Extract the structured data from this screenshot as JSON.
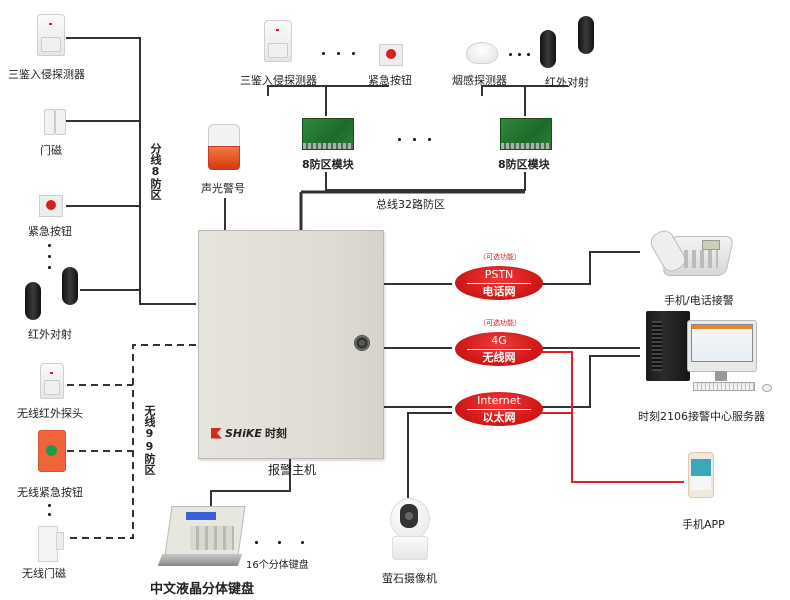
{
  "title": "Alarm system topology",
  "wired_zone_devices": [
    {
      "label": "三鉴入侵探测器",
      "icon": "pir-detector-icon"
    },
    {
      "label": "门磁",
      "icon": "door-contact-icon"
    },
    {
      "label": "紧急按钮",
      "icon": "emergency-button-icon"
    },
    {
      "label": "红外对射",
      "icon": "ir-beam-icon"
    }
  ],
  "wired_zone_label": "分线8防区",
  "wireless_zone_devices": [
    {
      "label": "无线红外探头",
      "icon": "wireless-pir-icon"
    },
    {
      "label": "无线紧急按钮",
      "icon": "wireless-emergency-button-icon"
    },
    {
      "label": "无线门磁",
      "icon": "wireless-door-contact-icon"
    }
  ],
  "wireless_zone_label": "无线99防区",
  "siren": {
    "label": "声光警号"
  },
  "bus": {
    "label": "总线32路防区",
    "modules": [
      {
        "label": "8防区模块",
        "devices": [
          "三鉴入侵探测器",
          "紧急按钮"
        ]
      },
      {
        "label": "8防区模块",
        "devices": [
          "烟感探测器",
          "红外对射"
        ]
      }
    ]
  },
  "panel": {
    "label": "报警主机",
    "brand": "SHiKE",
    "brand_cn": "时刻"
  },
  "keypad": {
    "label": "中文液晶分体键盘",
    "count_label": "16个分体键盘"
  },
  "networks": [
    {
      "top": "PSTN",
      "bottom": "电话网",
      "optional": "（可选功能）"
    },
    {
      "top": "4G",
      "bottom": "无线网",
      "optional": "（可选功能）"
    },
    {
      "top": "Internet",
      "bottom": "以太网",
      "optional": ""
    }
  ],
  "receivers": {
    "phone": "手机/电话接警",
    "server": "时刻2106接警中心服务器",
    "app": "手机APP",
    "camera": "萤石摄像机"
  },
  "colors": {
    "network_red": "#d61c1c",
    "wire": "#222222",
    "app_link": "#e02020"
  }
}
